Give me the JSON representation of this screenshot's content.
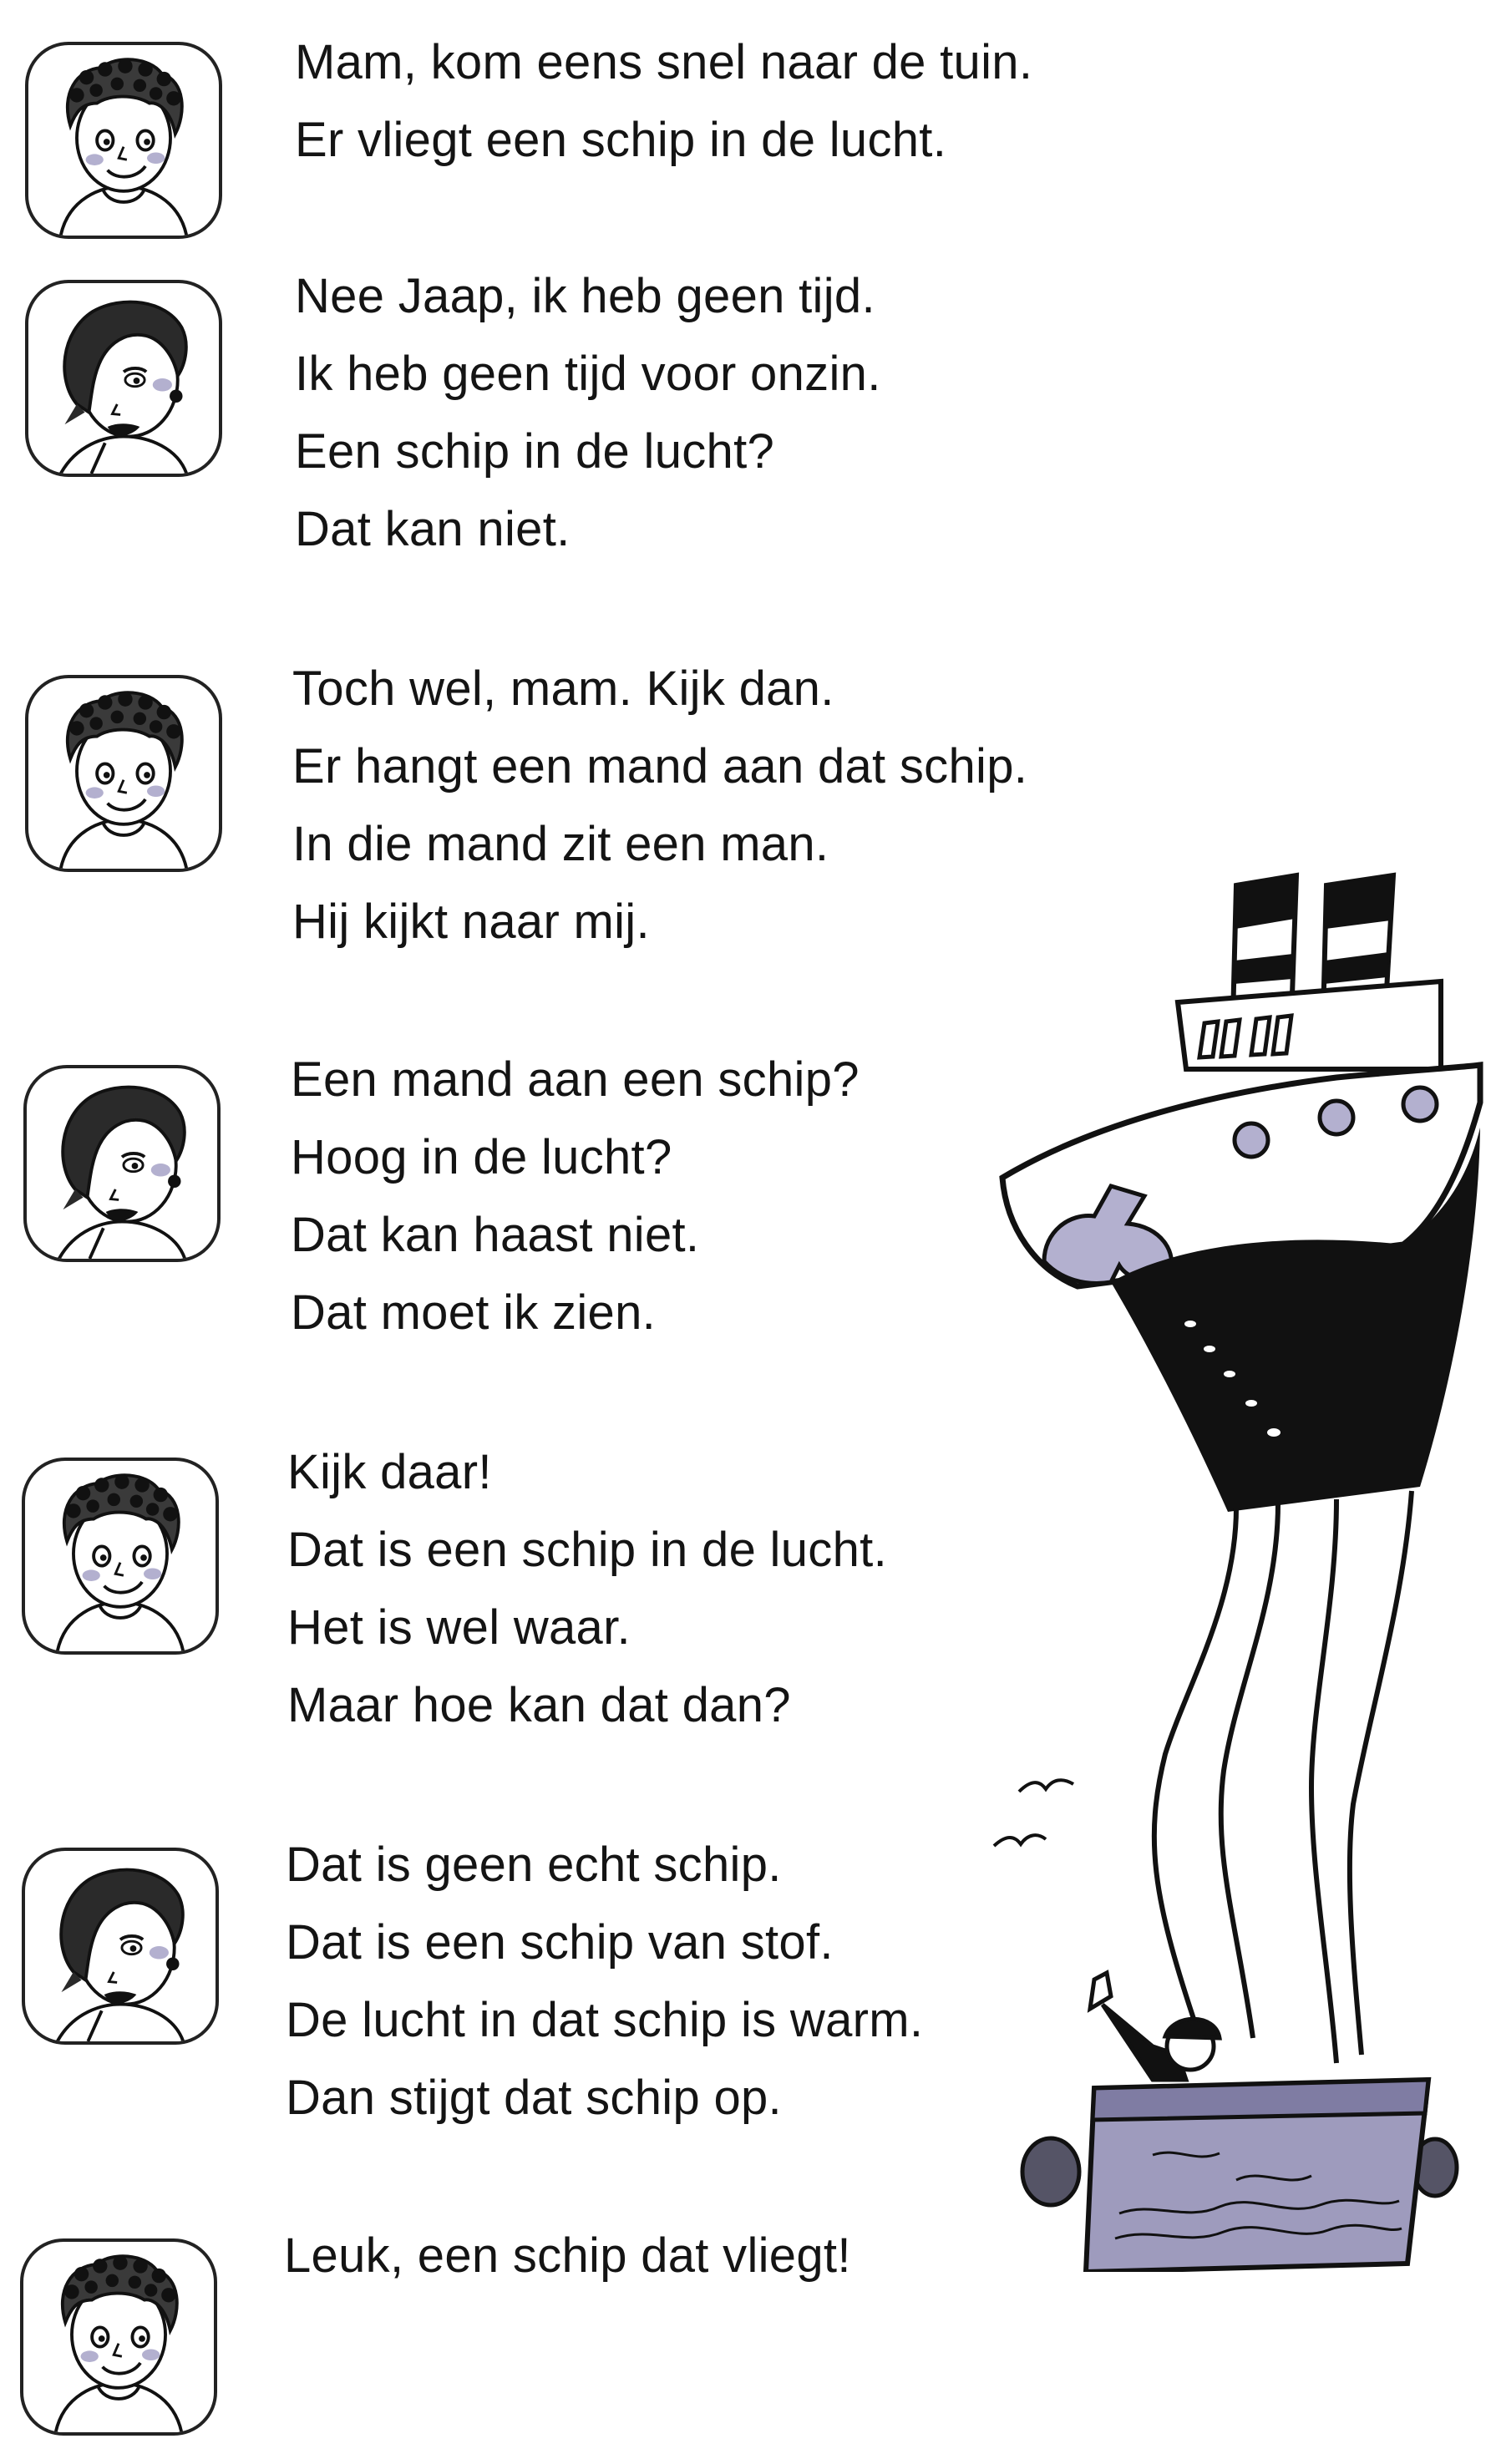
{
  "dialogue": [
    {
      "speaker": "boy",
      "lines": [
        "Mam, kom eens snel naar de tuin.",
        "Er vliegt een schip in de lucht."
      ]
    },
    {
      "speaker": "mother",
      "lines": [
        "Nee Jaap, ik heb geen tijd.",
        "Ik heb geen tijd voor onzin.",
        "Een schip in de lucht?",
        "Dat kan niet."
      ]
    },
    {
      "speaker": "boy",
      "lines": [
        "Toch wel, mam. Kijk dan.",
        "Er hangt een mand aan dat schip.",
        "In die mand zit een man.",
        "Hij kijkt naar mij."
      ]
    },
    {
      "speaker": "mother",
      "lines": [
        "Een mand aan een schip?",
        "Hoog in de lucht?",
        "Dat kan haast niet.",
        "Dat moet ik zien."
      ]
    },
    {
      "speaker": "boy",
      "lines": [
        "Kijk daar!",
        "Dat is een schip in de lucht.",
        "Het is wel waar.",
        "Maar hoe kan dat dan?"
      ]
    },
    {
      "speaker": "mother",
      "lines": [
        "Dat is geen echt schip.",
        "Dat is een schip van stof.",
        "De lucht in dat schip is warm.",
        "Dan stijgt dat schip op."
      ]
    },
    {
      "speaker": "boy",
      "lines": [
        "Leuk, een schip dat vliegt!"
      ]
    }
  ],
  "colors": {
    "ink": "#141414",
    "lavender": "#b3b0cf",
    "hull": "#111111",
    "basket": "#9e9bbd"
  }
}
